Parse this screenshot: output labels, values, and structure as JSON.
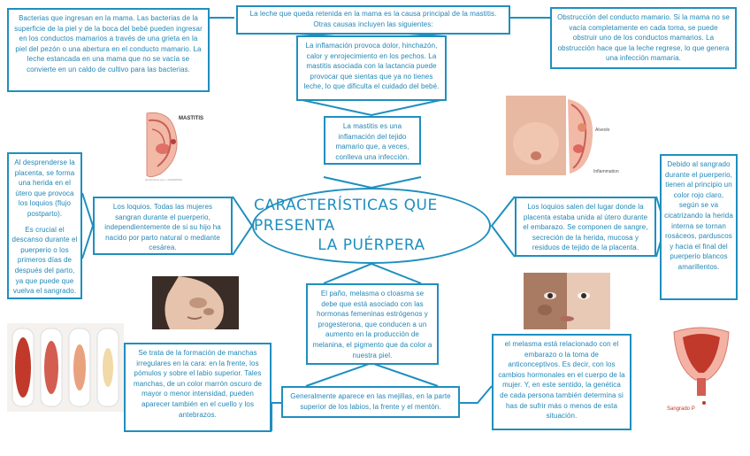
{
  "center": {
    "line1": "CARACTERÍSTICAS QUE PRESENTA",
    "line2": "LA PUÉRPERA"
  },
  "boxes": {
    "bacterias": "Bacterias que ingresan en la mama. Las bacterias de la superficie de la piel y de la boca del bebé pueden ingresar en los conductos mamarios a través de una grieta en la piel del pezón o una abertura en el conducto mamario. La leche estancada en una mama que no se vacía se convierte en un caldo de cultivo para las bacterias.",
    "leche_retenida": "La leche que queda retenida en la mama es la causa principal de la mastitis. Otras causas incluyen las siguientes:",
    "inflamacion": "La inflamación provoca dolor, hinchazón, calor y enrojecimiento en los pechos. La mastitis asociada con la lactancia puede provocar que sientas que ya no tienes leche, lo que dificulta el cuidado del bebé.",
    "mastitis_def": "La mastitis es una inflamación del tejido mamario que, a veces, conlleva una infección.",
    "obstruccion": "Obstrucción del conducto mamario. Si la mama no se vacía completamente en cada toma, se puede obstruir uno de los conductos mamarios. La obstrucción hace que la leche regrese, lo que genera una infección mamaria.",
    "desprenderse_a": "Al desprenderse la placenta, se forma una herida en el útero que provoca los loquios (flujo postparto).",
    "desprenderse_b": "Es crucial el descanso durante el puerperio o los primeros días de después del parto, ya que puede que vuelva el sangrado.",
    "loquios_izq": "Los loquios. Todas las mujeres sangran durante el puerperio, independientemente de si su hijo ha nacido por parto natural o mediante cesárea.",
    "loquios_der": "Los loquios salen del lugar donde la placenta estaba unida al útero durante el embarazo. Se componen de sangre, secreción de la herida, mucosa y residuos de tejido de la placenta.",
    "sangrado": "Debido al sangrado durante el puerperio, tienen al principio un color rojo claro, según se va cicatrizando la herida interna se tornan rosáceos, parduscos y hacia el final del puerperio blancos amarillentos.",
    "pano": "El paño, melasma o cloasma se debe que está asociado con las hormonas femeninas estrógenos y progesterona, que conducen a un aumento en la producción de melanina, el pigmento que da color a nuestra piel.",
    "manchas": "Se trata de la formación de manchas irregulares en la cara: en la frente, los pómulos y sobre el labio superior. Tales manchas, de un color marrón oscuro de mayor o menor intensidad, pueden aparecer también en el cuello y los antebrazos.",
    "mejillas": "Generalmente aparece en las mejillas, en la parte superior de los labios, la frente y el mentón.",
    "melasma": "el melasma está relacionado con el embarazo o la toma de anticonceptivos. Es decir, con los cambios hormonales en el cuerpo de la mujer. Y, en este sentido, la genética de cada persona también determina si has de sufrir más o menos de esta situación."
  },
  "image_labels": {
    "mastitis": "MASTITIS",
    "mastitis_credit": "shutterstock.com • 2424045634",
    "alveolo": "Alveolo",
    "inflammation": "Inflammation",
    "sangrado": "Sangrado P"
  },
  "colors": {
    "accent": "#1f8fbf",
    "text": "#1f86b5",
    "title": "#1f8fbf"
  }
}
